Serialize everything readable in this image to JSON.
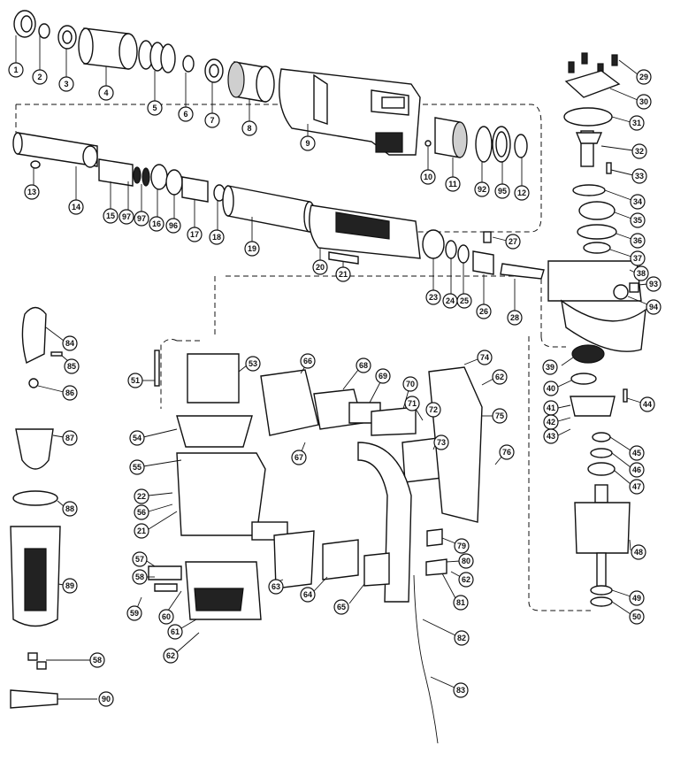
{
  "callouts": [
    "1",
    "2",
    "3",
    "4",
    "5",
    "6",
    "7",
    "8",
    "9",
    "10",
    "11",
    "92",
    "95",
    "12",
    "13",
    "14",
    "15",
    "97",
    "97",
    "16",
    "96",
    "17",
    "18",
    "19",
    "20",
    "21",
    "23",
    "24",
    "25",
    "26",
    "27",
    "28",
    "29",
    "30",
    "31",
    "32",
    "33",
    "34",
    "35",
    "36",
    "37",
    "38",
    "93",
    "94",
    "39",
    "40",
    "41",
    "42",
    "43",
    "44",
    "45",
    "46",
    "47",
    "48",
    "49",
    "50",
    "51",
    "53",
    "54",
    "55",
    "22",
    "56",
    "21",
    "57",
    "58",
    "59",
    "60",
    "61",
    "62",
    "63",
    "64",
    "65",
    "66",
    "67",
    "68",
    "69",
    "70",
    "71",
    "72",
    "73",
    "74",
    "62",
    "75",
    "76",
    "79",
    "80",
    "62",
    "81",
    "82",
    "83",
    "84",
    "85",
    "86",
    "87",
    "88",
    "89",
    "58",
    "90"
  ]
}
